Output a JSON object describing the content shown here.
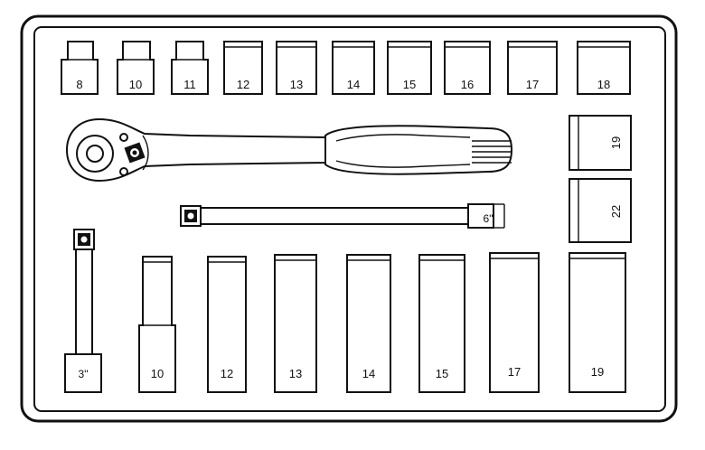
{
  "tray": {
    "short_sockets": [
      "8",
      "10",
      "11",
      "12",
      "13",
      "14",
      "15",
      "16",
      "17",
      "18"
    ],
    "side_sockets": [
      "19",
      "22"
    ],
    "deep_sockets": [
      "10",
      "12",
      "13",
      "14",
      "15",
      "17",
      "19"
    ],
    "extension_long_label": "6\"",
    "extension_short_label": "3\""
  }
}
